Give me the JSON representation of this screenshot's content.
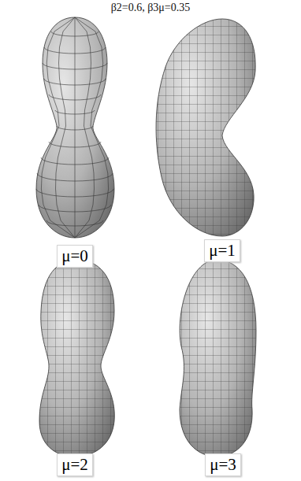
{
  "diagram": {
    "title": "β2=0.6, β3μ=0.35",
    "nodes": [
      {
        "text": [
          "μ=0"
        ]
      },
      {
        "text": [
          "μ=1"
        ]
      },
      {
        "text": [
          "μ=2"
        ]
      },
      {
        "text": [
          "μ=3"
        ]
      }
    ]
  }
}
